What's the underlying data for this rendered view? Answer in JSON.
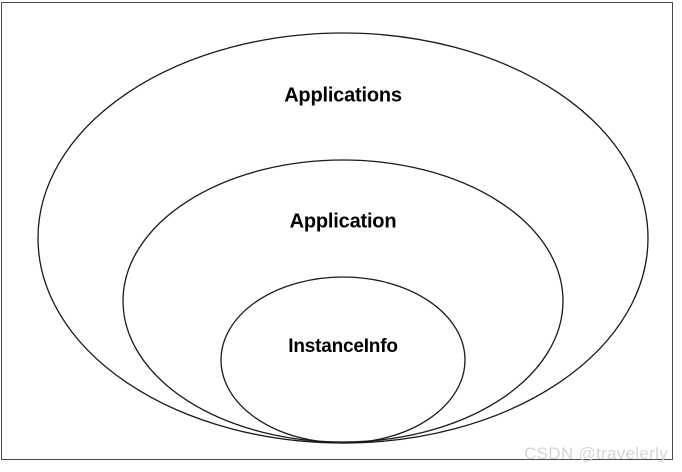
{
  "diagram": {
    "type": "nested-venn-ellipses",
    "background_color": "#ffffff",
    "frame_border_color": "#4a4a4a",
    "stroke_color": "#1a1a1a",
    "layers": [
      {
        "id": "applications",
        "label": "Applications",
        "level": 1,
        "role": "outermost-container"
      },
      {
        "id": "application",
        "label": "Application",
        "level": 2,
        "role": "middle-container"
      },
      {
        "id": "instanceinfo",
        "label": "InstanceInfo",
        "level": 3,
        "role": "innermost-container"
      }
    ]
  },
  "watermark": {
    "text": "CSDN @travelerly",
    "color": "#d5d5d5"
  }
}
